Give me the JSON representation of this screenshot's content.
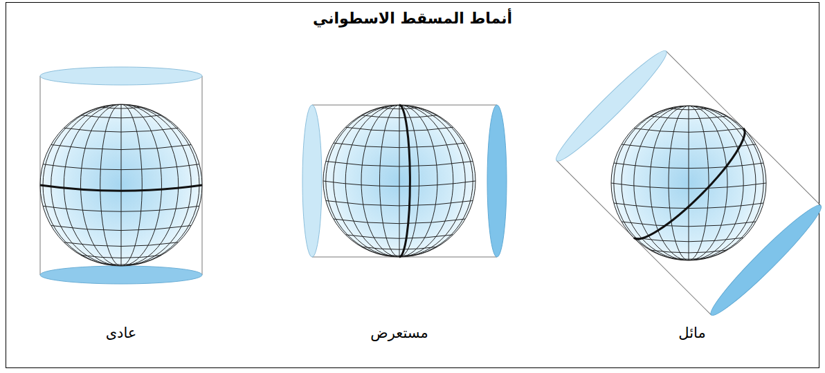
{
  "diagram": {
    "title": "أنماط المسقط الاسطواني",
    "labels": [
      "مائل",
      "مستعرض",
      "عادى"
    ]
  }
}
